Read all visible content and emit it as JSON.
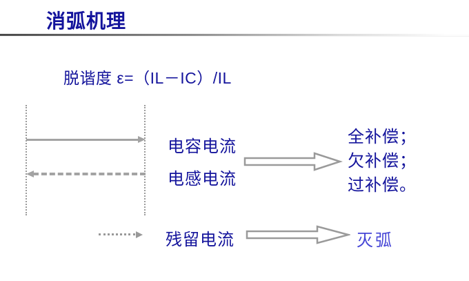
{
  "slide": {
    "title": "消弧机理",
    "formula": "脱谐度 ε=（IL－IC）/IL",
    "labels": {
      "capacitive": "电容电流",
      "inductive": "电感电流",
      "residual": "残留电流",
      "extinguish": "灭弧"
    },
    "compensation": [
      "全补偿；",
      "欠补偿；",
      "过补偿。"
    ],
    "colors": {
      "text_navy": "#14149c",
      "extinguish_blue": "#4646d6",
      "arrow_gray": "#a3a3a3",
      "rule_dark": "#4a4a4a"
    }
  }
}
